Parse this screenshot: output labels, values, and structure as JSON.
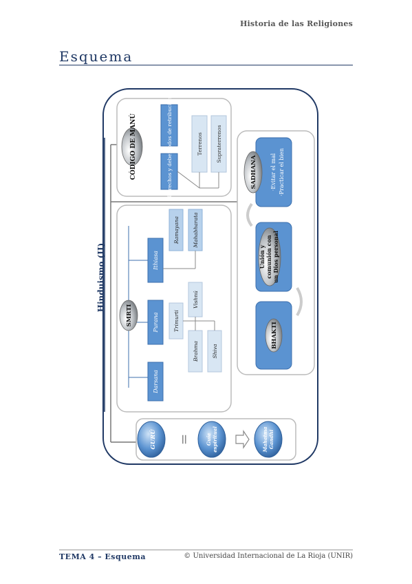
{
  "header": {
    "title": "Historia de las Religiones"
  },
  "section": {
    "title": "Esquema"
  },
  "diagram": {
    "main_title": "Hinduismo (II)",
    "codigo": {
      "title": "CÓDIGO DE MANÚ",
      "deberes": "Derechos y deberes",
      "modos": "Modos de retribución",
      "terrenos": "Terrenos",
      "supraterrenos": "Supraterrenos"
    },
    "smriti": {
      "title": "SMRTI",
      "darsana": "Darsana",
      "purana": "Purana",
      "itihasa": "Ithiasa",
      "trimurti": "Trimurti",
      "brahma": "Brahma",
      "vishnu": "Vishnú",
      "shiva": "Shiva",
      "ramayana": "Ramayana",
      "mahabharata": "Mahabharata"
    },
    "practice": {
      "bhakti": "BHAKTI",
      "union_1": "Unión y",
      "union_2": "comunión con",
      "union_3": "un Dios personal",
      "sadhana": "SADHANA",
      "evitar": "·Evitar el mal",
      "practicar": "·Practicar el bien"
    },
    "guru_row": {
      "guru": "GURÚ",
      "equals": "=",
      "guia_1": "Guía",
      "guia_2": "espiritual",
      "gandhi_1": "Mahatma",
      "gandhi_2": "Gandhi"
    }
  },
  "footer": {
    "left": "TEMA 4 – Esquema",
    "right": "© Universidad Internacional de La Rioja (UNIR)"
  }
}
